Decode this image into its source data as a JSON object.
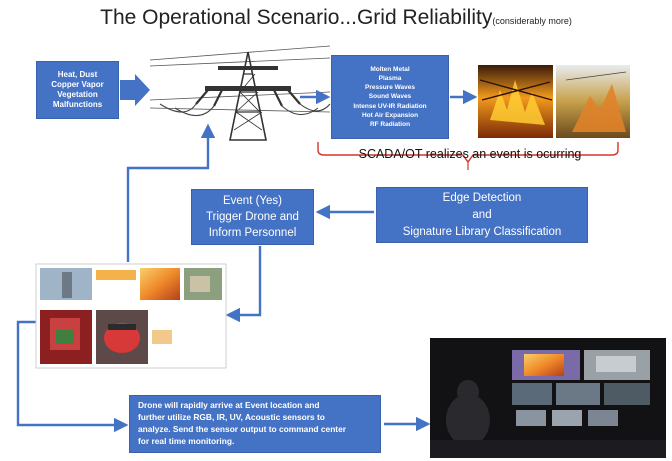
{
  "title": {
    "main": "The Operational Scenario...Grid Reliability",
    "suffix": "(considerably more)"
  },
  "hazards": {
    "lines": [
      "Heat, Dust",
      "Copper Vapor",
      "Vegetation",
      "Malfunctions"
    ]
  },
  "effects": {
    "lines": [
      "Molten Metal",
      "Plasma",
      "Pressure Waves",
      "Sound Waves",
      "Intense UV-IR Radiation",
      "Hot Air Expansion",
      "RF Radiation"
    ]
  },
  "scada_label": "SCADA/OT realizes an event is ocurring",
  "edge_detection": {
    "lines": [
      "Edge Detection",
      "and",
      "Signature Library Classification"
    ]
  },
  "event_box": {
    "lines": [
      "Event (Yes)",
      "Trigger Drone and",
      "Inform Personnel"
    ]
  },
  "drone_box": {
    "lines": [
      "Drone will rapidly arrive at Event location and",
      "further utilize RGB, IR, UV, Acoustic sensors to",
      "analyze. Send the sensor output to command center",
      "for real time monitoring."
    ]
  },
  "colors": {
    "box_blue": "#4472c4",
    "arrow_blue": "#4472c4",
    "brace_red": "#d9342b"
  }
}
